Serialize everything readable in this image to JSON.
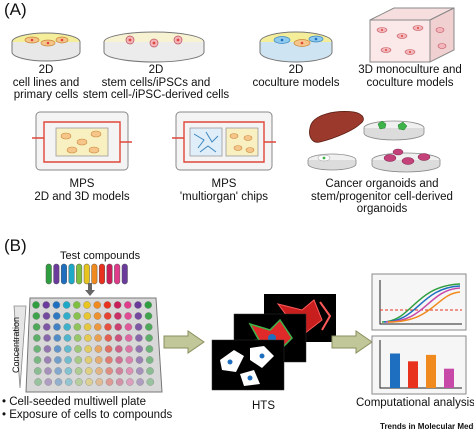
{
  "panel_a": {
    "label": "(A)",
    "captions": {
      "cell_lines": [
        "2D",
        "cell lines and",
        "primary cells"
      ],
      "stem_cells": [
        "2D",
        "stem cells/iPSCs and",
        "stem cell-/iPSC-derived cells"
      ],
      "coculture_2d": [
        "2D",
        "coculture models"
      ],
      "monoculture_3d": [
        "3D monoculture and",
        "coculture models"
      ],
      "mps_models": [
        "MPS",
        "2D and 3D models"
      ],
      "mps_multiorgan": [
        "MPS",
        "'multiorgan' chips"
      ],
      "organoids": [
        "Cancer organoids and",
        "stem/progenitor cell-derived",
        "organoids"
      ]
    }
  },
  "panel_b": {
    "label": "(B)",
    "test_compounds": "Test compounds",
    "concentration": "Concentration",
    "bullets": [
      "• Cell-seeded multiwell plate",
      "• Exposure of cells to compounds"
    ],
    "hts": "HTS",
    "analysis": "Computational analysis"
  },
  "footer": "Trends in Molecular Medicine",
  "colors": {
    "dish_yellow": "#f4ee9a",
    "cell_red": "#e0473a",
    "cell_blue": "#4aa8e0",
    "tissue_pink": "#f2b6bc",
    "arrow_green": "#c2c79a",
    "liver": "#9b3a2c",
    "organoid_green": "#3db34a",
    "organoid_pink": "#c4427a"
  },
  "tube_colors": [
    "#2e9e3e",
    "#6a3b9a",
    "#1e6fc0",
    "#1ea8c8",
    "#7fbf3f",
    "#e8c41e",
    "#f08a1e",
    "#e8321e",
    "#c81e5a",
    "#e03c8c",
    "#6a3b9a"
  ],
  "bar_values": [
    0.75,
    0.58,
    0.72,
    0.42
  ],
  "bar_colors": [
    "#1e6fc0",
    "#e8321e",
    "#f08a1e",
    "#c84aa8"
  ]
}
